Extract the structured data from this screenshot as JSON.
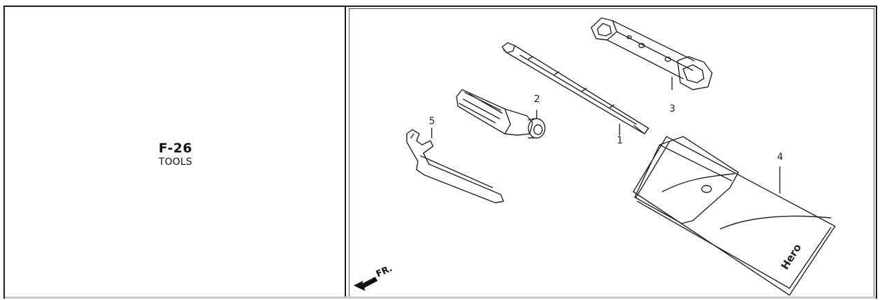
{
  "figure": {
    "code": "F-26",
    "title": "TOOLS"
  },
  "diagram": {
    "callouts": [
      "1",
      "2",
      "3",
      "4",
      "5"
    ],
    "direction_label": "FR.",
    "pouch_logo": "Hero"
  }
}
